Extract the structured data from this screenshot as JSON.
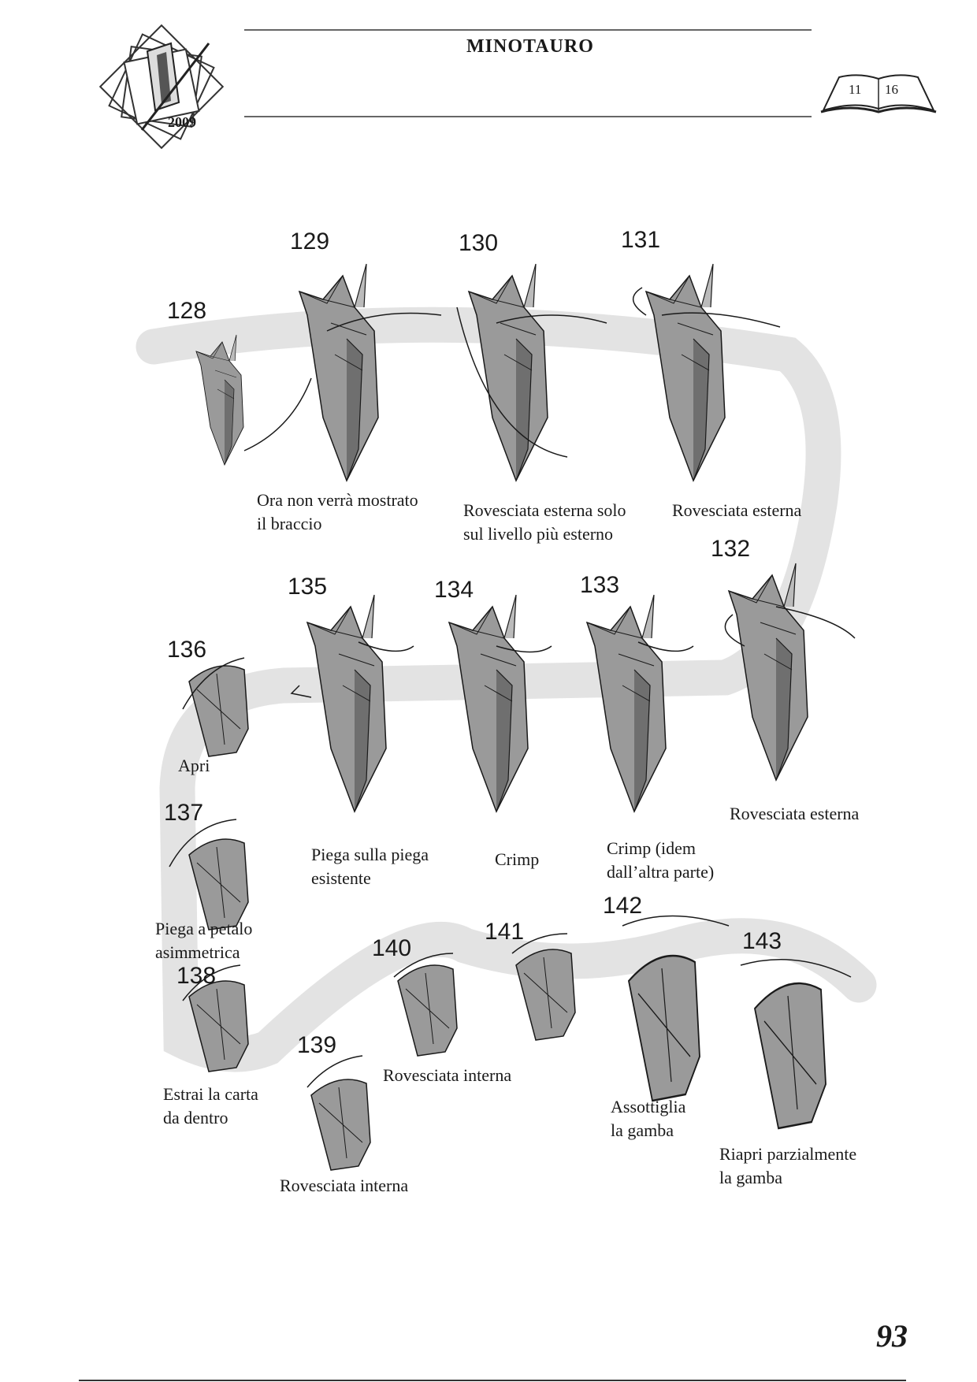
{
  "header": {
    "title": "MINOTAURO",
    "year": "2009",
    "book_pages": [
      "11",
      "16"
    ]
  },
  "steps": [
    {
      "id": "128",
      "number": "128",
      "caption": ""
    },
    {
      "id": "129",
      "number": "129",
      "caption": "Ora non verrà mostrato\nil braccio"
    },
    {
      "id": "130",
      "number": "130",
      "caption": "Rovesciata esterna solo\nsul livello più esterno"
    },
    {
      "id": "131",
      "number": "131",
      "caption": "Rovesciata esterna"
    },
    {
      "id": "132",
      "number": "132",
      "caption": "Rovesciata esterna"
    },
    {
      "id": "133",
      "number": "133",
      "caption": "Crimp (idem\ndall’altra parte)"
    },
    {
      "id": "134",
      "number": "134",
      "caption": "Crimp"
    },
    {
      "id": "135",
      "number": "135",
      "caption": "Piega sulla piega\nesistente"
    },
    {
      "id": "136",
      "number": "136",
      "caption": "Apri"
    },
    {
      "id": "137",
      "number": "137",
      "caption": "Piega a petalo\nasimmetrica"
    },
    {
      "id": "138",
      "number": "138",
      "caption": "Estrai la carta\nda dentro"
    },
    {
      "id": "139",
      "number": "139",
      "caption": "Rovesciata interna"
    },
    {
      "id": "140",
      "number": "140",
      "caption": "Rovesciata interna"
    },
    {
      "id": "141",
      "number": "141",
      "caption": ""
    },
    {
      "id": "142",
      "number": "142",
      "caption": "Assottiglia\nla gamba"
    },
    {
      "id": "143",
      "number": "143",
      "caption": "Riapri parzialmente\nla gamba"
    }
  ],
  "footer": {
    "page_number": "93"
  },
  "colors": {
    "paper_gray": "#9a9a9a",
    "paper_dark": "#6f6f6f",
    "path_band": "#e3e3e3",
    "ink": "#1a1a1a"
  }
}
